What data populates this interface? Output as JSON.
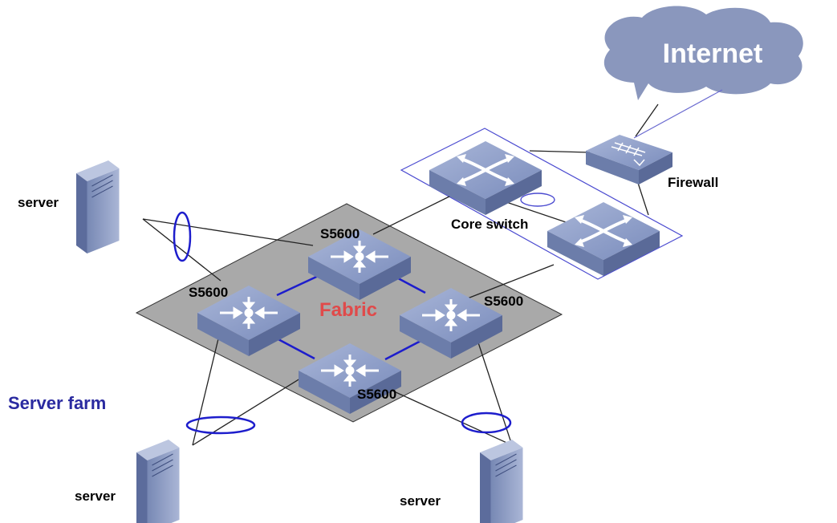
{
  "cloud_label": "Internet",
  "firewall_label": "Firewall",
  "core_label": "Core switch",
  "fabric_label": "Fabric",
  "farm_label": "Server farm",
  "switch_labels": [
    "S5600",
    "S5600",
    "S5600",
    "S5600"
  ],
  "server_labels": [
    "server",
    "server",
    "server"
  ],
  "colors": {
    "device_top": "#8fa0c8",
    "device_side": "#5d6e9e",
    "fabric_fill": "#a9a9a9",
    "fabric_link": "#1d1dcc",
    "cloud": "#8a97bd",
    "frame": "#4a4ad0"
  }
}
